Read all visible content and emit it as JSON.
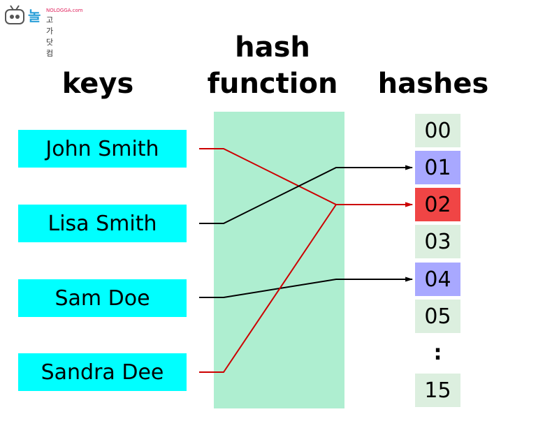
{
  "logo": {
    "main": "놀",
    "domain": "NOLOGGA.com",
    "sub": "고가닷컴"
  },
  "headings": {
    "keys": "keys",
    "hash_function_line1": "hash",
    "hash_function_line2": "function",
    "hashes": "hashes"
  },
  "keys": [
    "John Smith",
    "Lisa Smith",
    "Sam Doe",
    "Sandra Dee"
  ],
  "hashes": [
    {
      "label": "00",
      "color": "#dcefdf"
    },
    {
      "label": "01",
      "color": "#a8a8ff"
    },
    {
      "label": "02",
      "color": "#f04545"
    },
    {
      "label": "03",
      "color": "#dcefdf"
    },
    {
      "label": "04",
      "color": "#a8a8ff"
    },
    {
      "label": "05",
      "color": "#dcefdf"
    },
    {
      "label": "15",
      "color": "#dcefdf"
    }
  ],
  "ellipsis": ":",
  "mappings": [
    {
      "key": 0,
      "hash": 2,
      "color": "#cc0000"
    },
    {
      "key": 1,
      "hash": 1,
      "color": "#000000"
    },
    {
      "key": 2,
      "hash": 4,
      "color": "#000000"
    },
    {
      "key": 3,
      "hash": 2,
      "color": "#cc0000"
    }
  ],
  "colors": {
    "key_fill": "#00ffff",
    "hash_function_fill": "#aeeed0",
    "collision_line": "#cc0000",
    "normal_line": "#000000"
  }
}
